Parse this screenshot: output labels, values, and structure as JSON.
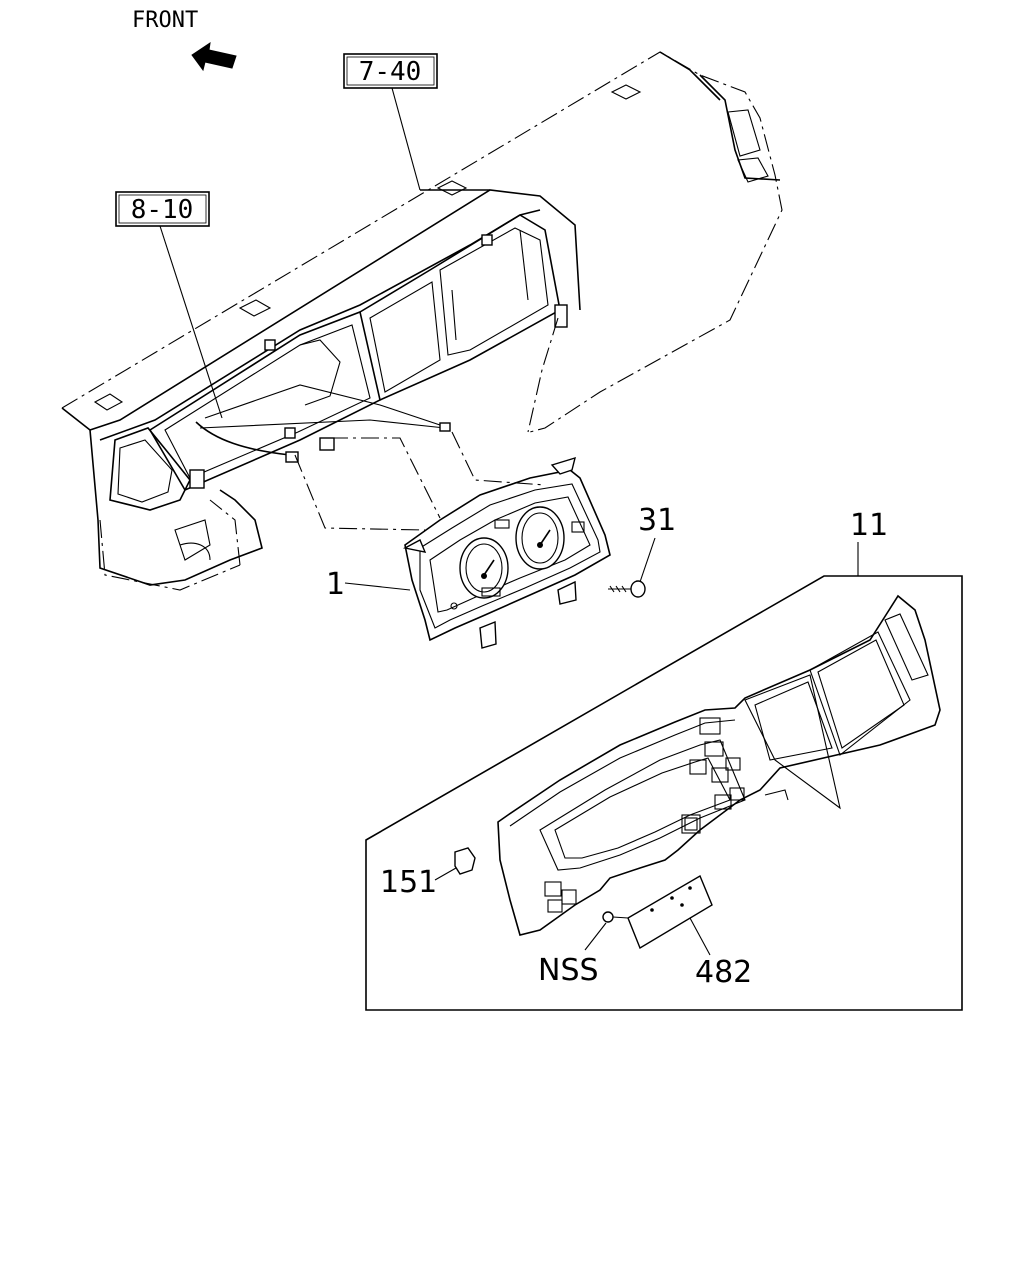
{
  "front_label": "FRONT",
  "ref_boxes": {
    "upper": "7-40",
    "lower": "8-10"
  },
  "callouts": {
    "cluster": "1",
    "screw": "31",
    "bezel_assembly": "11",
    "clip": "151",
    "nut": "NSS",
    "plate": "482"
  }
}
